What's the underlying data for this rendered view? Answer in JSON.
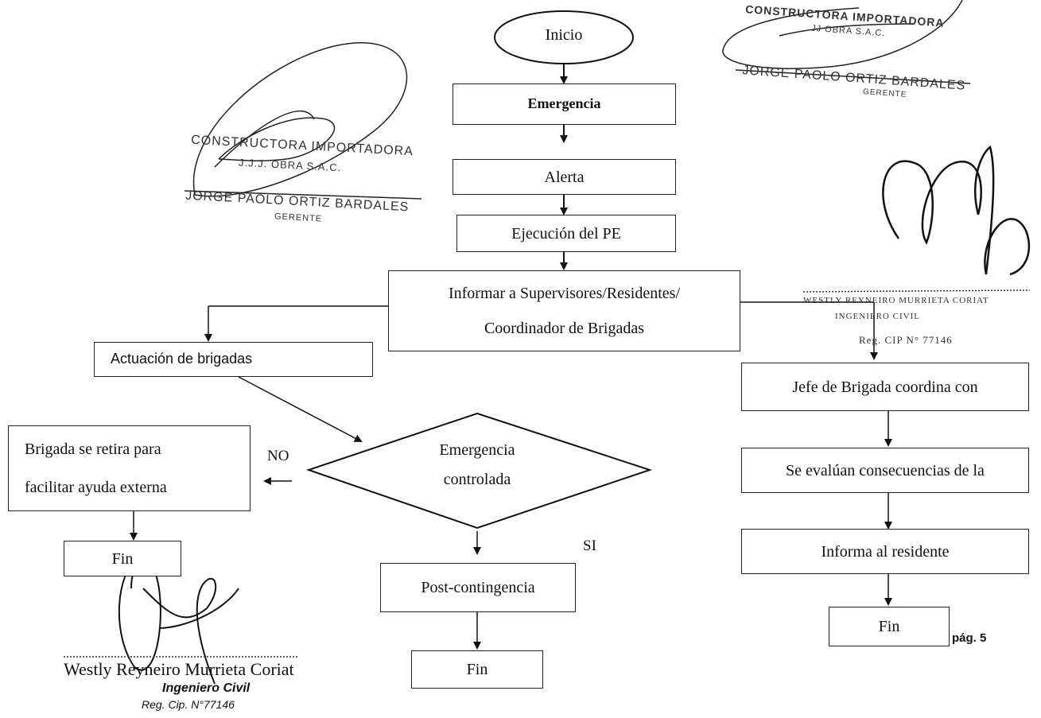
{
  "flow": {
    "inicio": "Inicio",
    "emergencia": "Emergencia",
    "alerta": "Alerta",
    "ejecucion": "Ejecución del PE",
    "informar_line1": "Informar a Supervisores/Residentes/",
    "informar_line2": "Coordinador de Brigadas",
    "actuacion": "Actuación de brigadas",
    "decision_line1": "Emergencia",
    "decision_line2": "controlada",
    "no_label": "NO",
    "si_label": "SI",
    "retira_line1": "Brigada se retira para",
    "retira_line2": "facilitar ayuda externa",
    "fin_left": "Fin",
    "post": "Post-contingencia",
    "fin_center": "Fin",
    "jefe": "Jefe de Brigada coordina con",
    "evaluan": "Se evalúan consecuencias de la",
    "informa": "Informa al residente",
    "fin_right": "Fin"
  },
  "page_number": "pág. 5",
  "stamps": {
    "left": {
      "company": "CONSTRUCTORA IMPORTADORA",
      "firm": "J.J.J. OBRA S.A.C.",
      "name": "JORGE PAOLO ORTIZ BARDALES",
      "role": "GERENTE"
    },
    "top_right": {
      "company": "CONSTRUCTORA IMPORTADORA",
      "firm": "JJ OBRA S.A.C.",
      "name": "JORGE PAOLO ORTIZ BARDALES",
      "role": "GERENTE"
    },
    "right": {
      "name": "WESTLY REYNEIRO MURRIETA CORIAT",
      "role": "INGENIERO CIVIL",
      "reg": "Reg. CIP N° 77146"
    },
    "bottom_left": {
      "name": "Westly Reyneiro Murrieta Coriat",
      "role": "Ingeniero Civil",
      "reg": "Reg. Cip. N°77146"
    }
  }
}
